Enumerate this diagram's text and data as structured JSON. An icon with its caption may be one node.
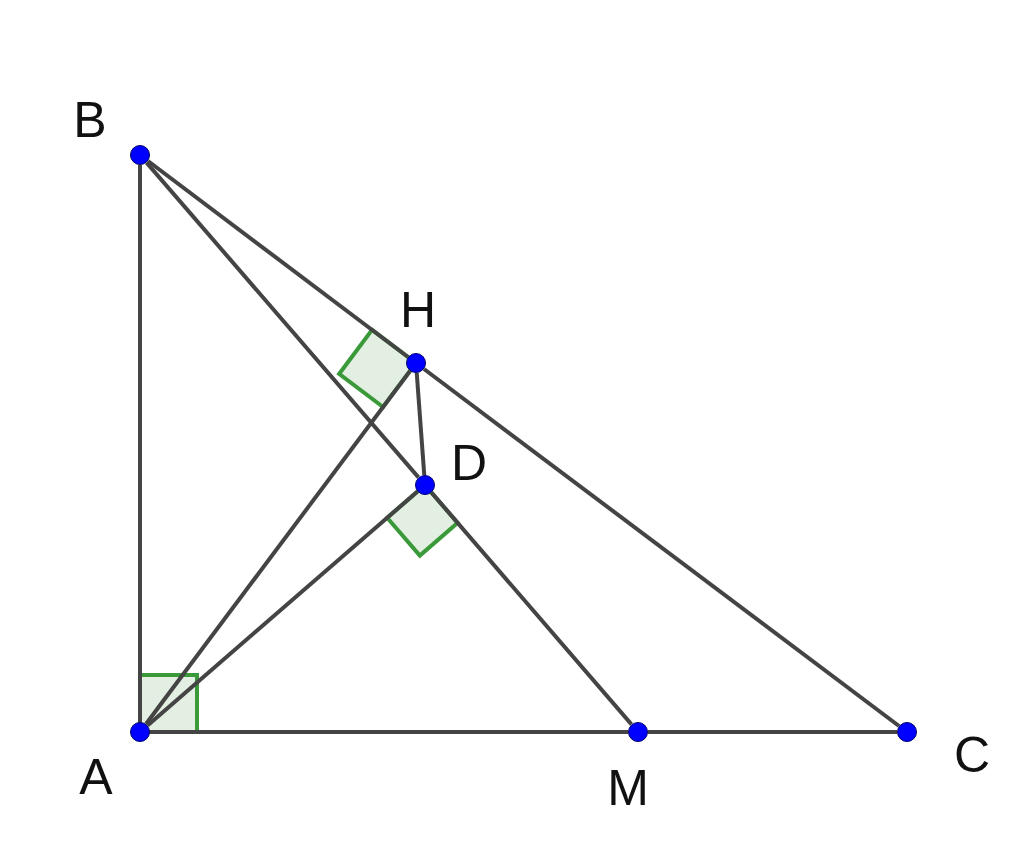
{
  "diagram": {
    "nodes": [
      {
        "text": [
          "B"
        ]
      },
      {
        "text": [
          "H"
        ]
      },
      {
        "text": [
          "D"
        ]
      },
      {
        "text": [
          "A"
        ]
      },
      {
        "text": [
          "M"
        ]
      },
      {
        "text": [
          "C"
        ]
      }
    ],
    "edges": [
      {
        "from": 3,
        "to": 0,
        "arrow": "none"
      },
      {
        "from": 0,
        "to": 1,
        "arrow": "none"
      },
      {
        "from": 1,
        "to": 5,
        "arrow": "none"
      },
      {
        "from": 3,
        "to": 4,
        "arrow": "none"
      },
      {
        "from": 4,
        "to": 5,
        "arrow": "none"
      },
      {
        "from": 0,
        "to": 2,
        "arrow": "none"
      },
      {
        "from": 2,
        "to": 4,
        "arrow": "none"
      },
      {
        "from": 3,
        "to": 1,
        "arrow": "none"
      },
      {
        "from": 3,
        "to": 2,
        "arrow": "none"
      },
      {
        "from": 1,
        "to": 2,
        "arrow": "none"
      }
    ]
  }
}
